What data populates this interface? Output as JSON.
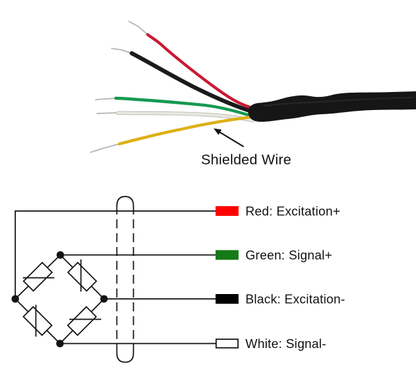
{
  "photo": {
    "caption": "Shielded Wire",
    "wires": [
      "red",
      "black",
      "green",
      "white",
      "yellow"
    ]
  },
  "colors": {
    "ink": "#141414",
    "cable": "#161616",
    "cable_sheen": "#313131",
    "wire_red": "#c91a33",
    "wire_black": "#1b1b1b",
    "wire_green": "#159a51",
    "wire_white": "#e9e9e2",
    "wire_white_edge": "#bcbcb4",
    "wire_yellow": "#ddb013",
    "bare_tip": "#b5b5b5"
  },
  "diagram": {
    "wires": [
      {
        "name": "red",
        "label": "Red: Excitation+",
        "swatch_fill": "#ff0000",
        "swatch_border": "#ff0000"
      },
      {
        "name": "green",
        "label": "Green: Signal+",
        "swatch_fill": "#147a16",
        "swatch_border": "#147a16"
      },
      {
        "name": "black",
        "label": "Black: Excitation-",
        "swatch_fill": "#000000",
        "swatch_border": "#000000"
      },
      {
        "name": "white",
        "label": "White: Signal-",
        "swatch_fill": "#ffffff",
        "swatch_border": "#000000"
      }
    ]
  }
}
